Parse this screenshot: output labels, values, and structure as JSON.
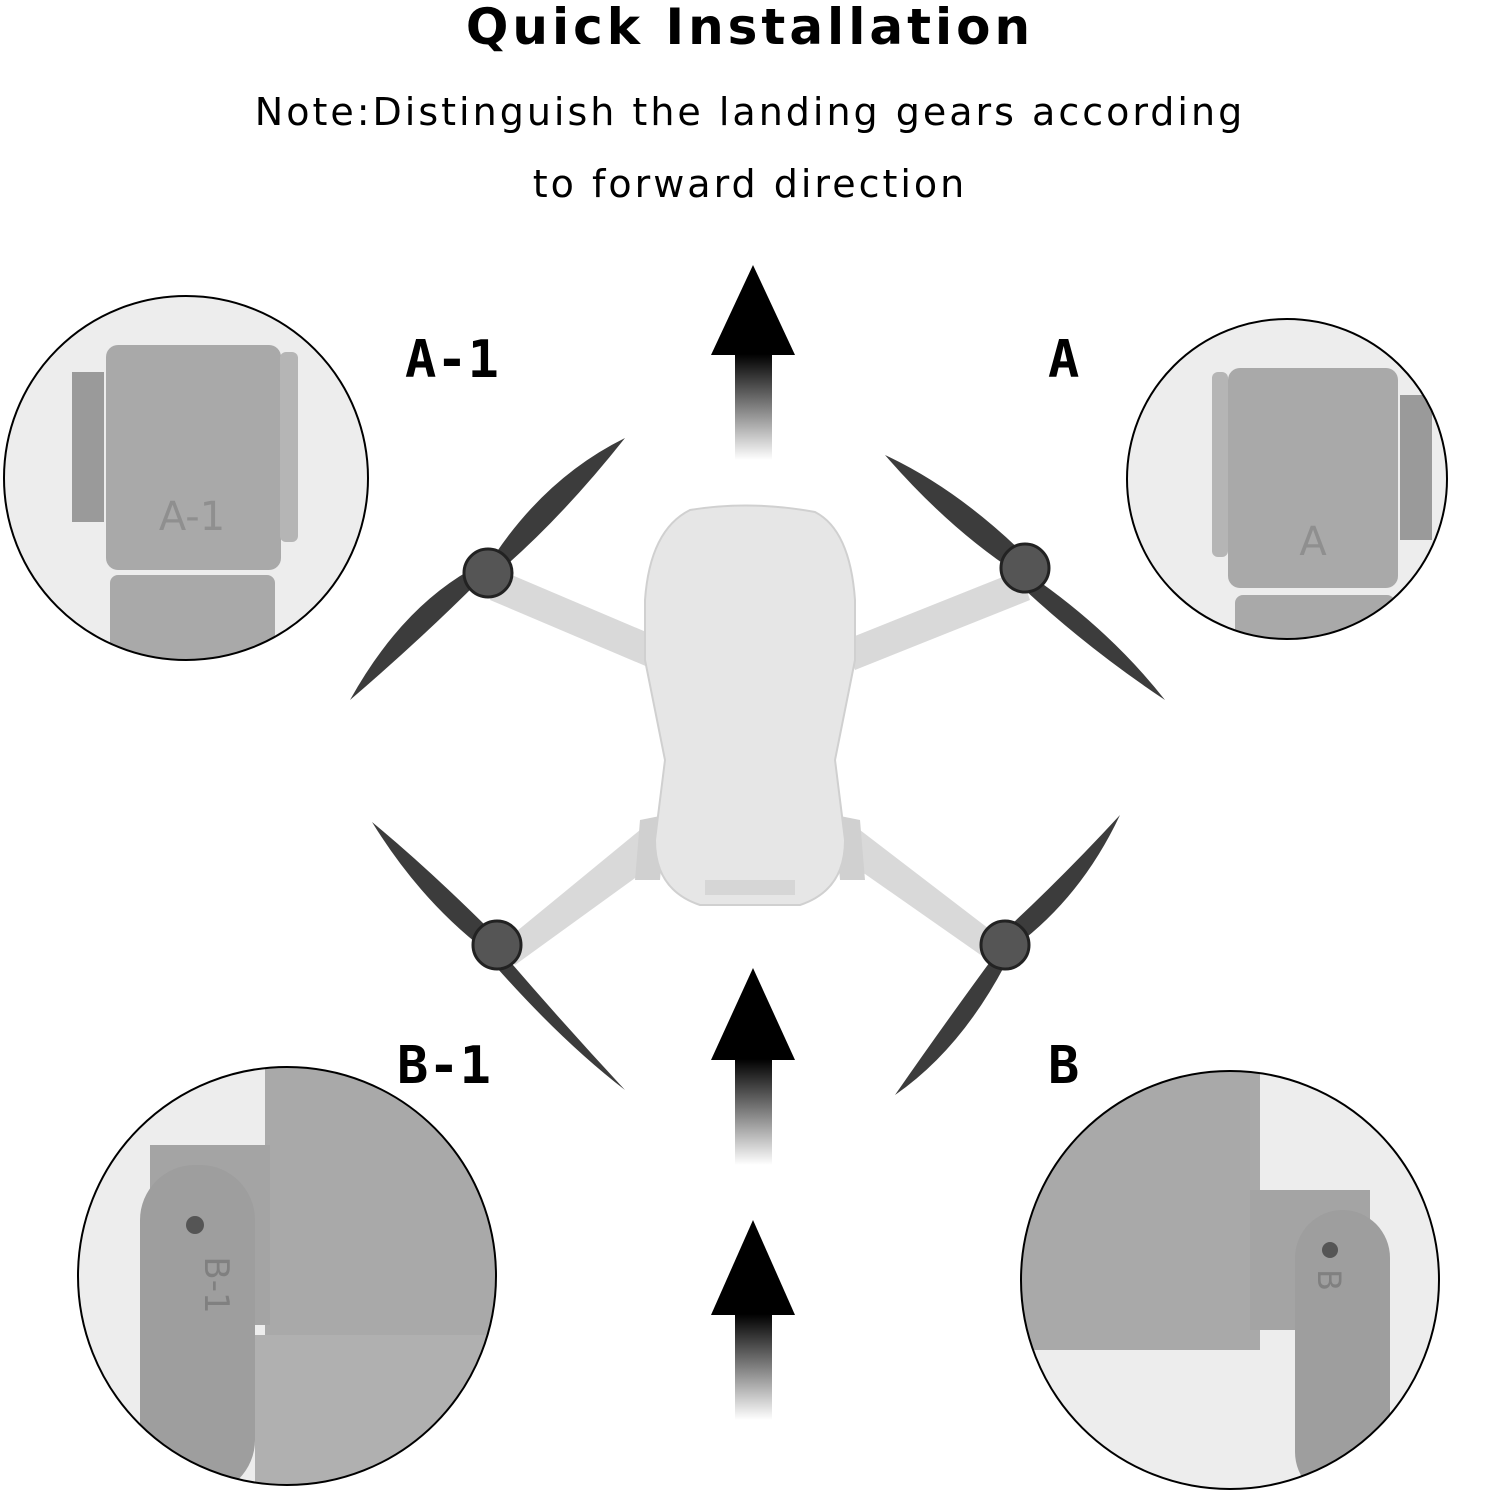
{
  "title": "Quick Installation",
  "note": {
    "line1": "Note:Distinguish the landing gears according",
    "line2": "to forward direction"
  },
  "labels": {
    "a1": "A-1",
    "a": "A",
    "b1": "B-1",
    "b": "B"
  },
  "closeups": {
    "a1": "A-1",
    "a": "A",
    "b1": "B-1",
    "b": "B"
  },
  "colors": {
    "gear": "#a9a9a9",
    "drone": "#e6e6e6",
    "propeller": "#3c3c3c",
    "arrow": "#000000"
  }
}
